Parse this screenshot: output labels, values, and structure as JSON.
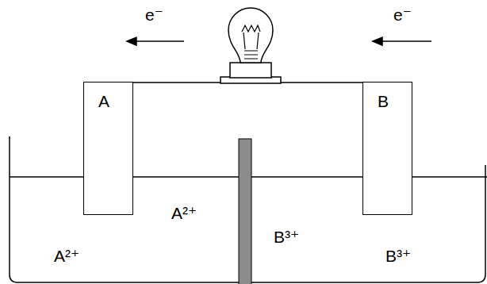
{
  "diagram": {
    "nodes": [
      {
        "text": [
          "A"
        ]
      },
      {
        "text": [
          "B"
        ]
      }
    ],
    "edges": [
      {
        "from": 0,
        "to": 1,
        "arrow": "none"
      }
    ],
    "labels": [
      "e⁻",
      "e⁻",
      "A²⁺",
      "A²⁺",
      "B³⁺",
      "B³⁺"
    ]
  }
}
